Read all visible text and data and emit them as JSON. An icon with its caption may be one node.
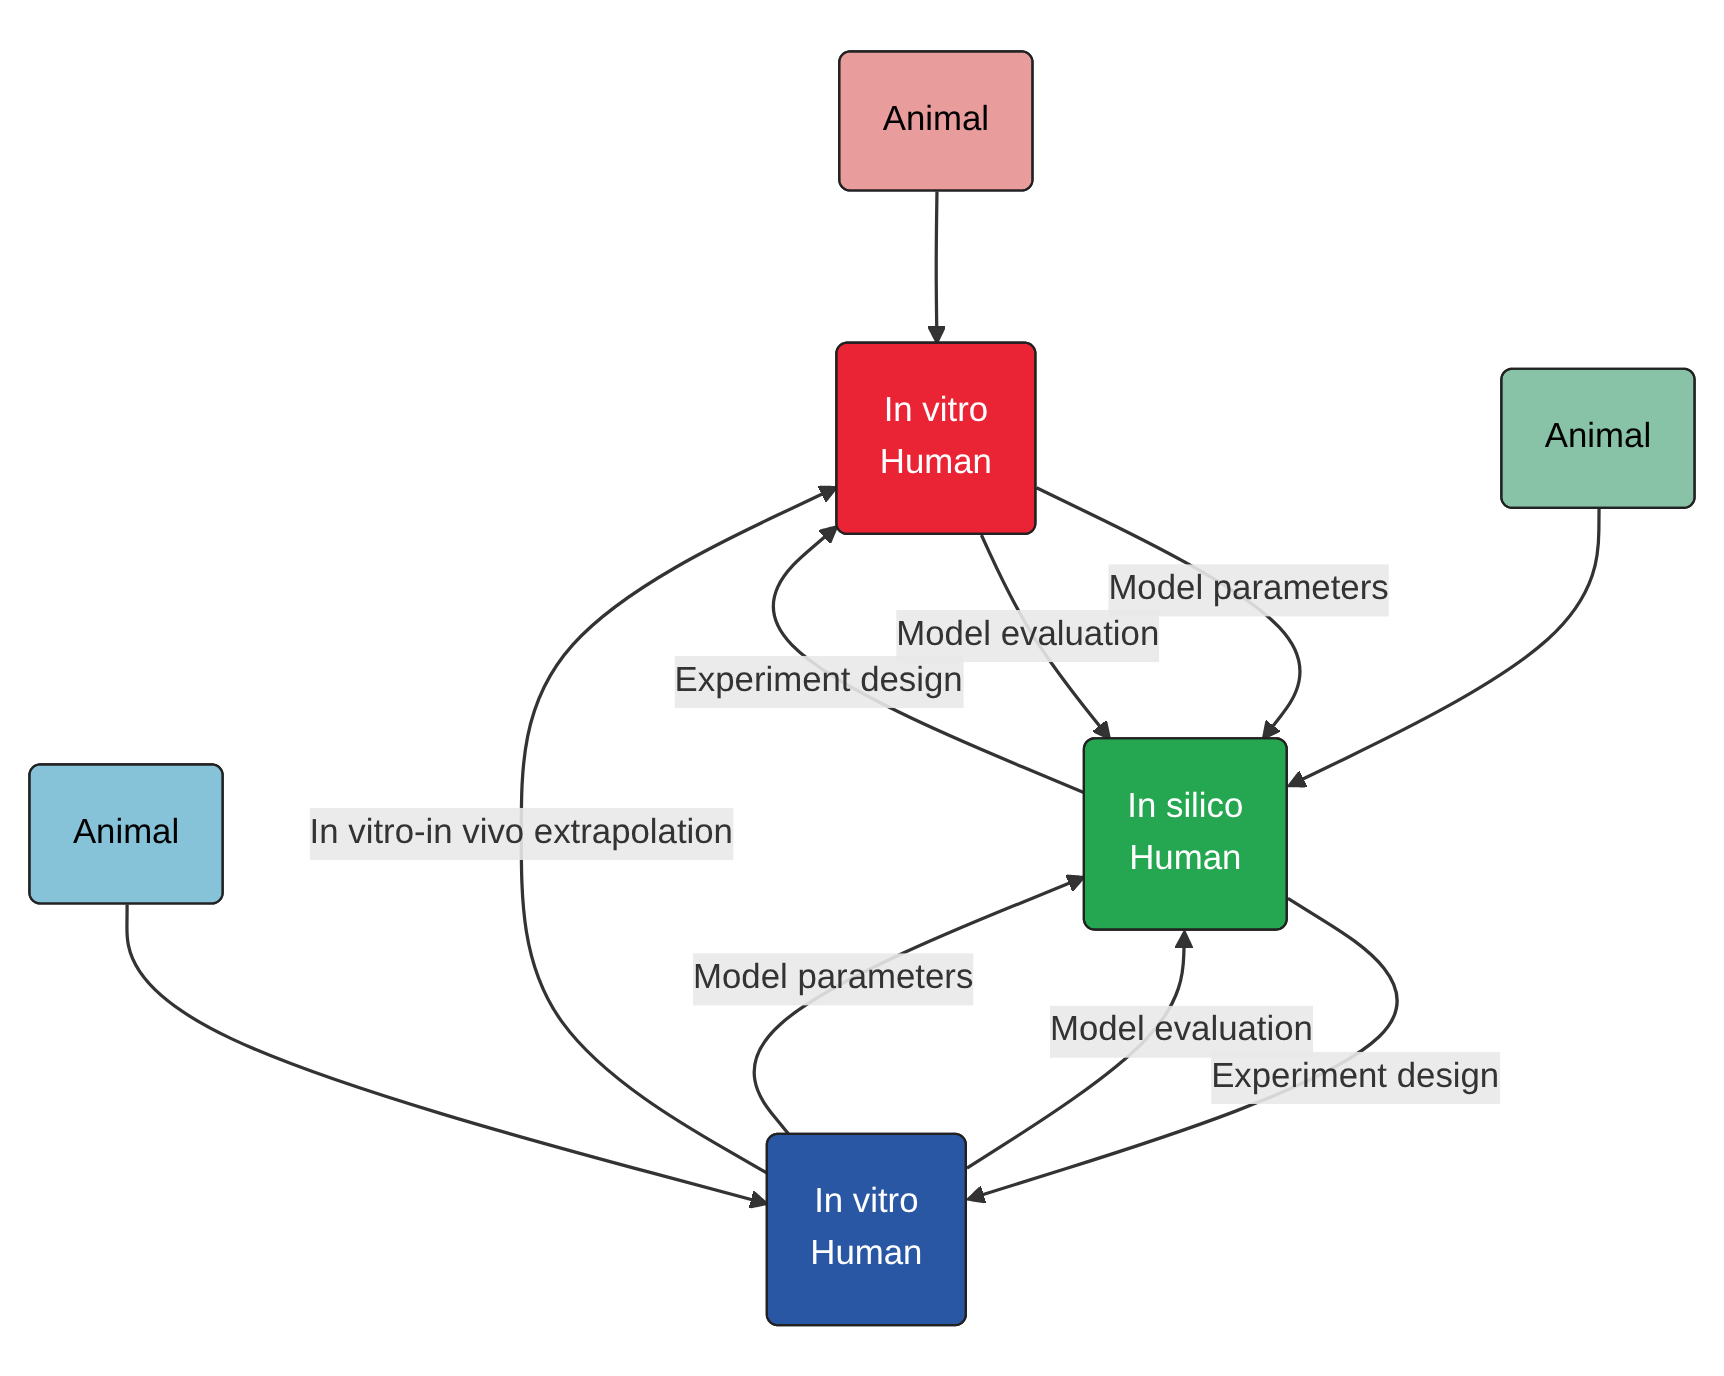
{
  "diagram": {
    "nodes": [
      {
        "text": [
          "In vitro",
          "Human"
        ]
      },
      {
        "text": [
          "Animal"
        ]
      },
      {
        "text": [
          "In vitro",
          "Human"
        ]
      },
      {
        "text": [
          "Animal"
        ]
      },
      {
        "text": [
          "In silico",
          "Human"
        ]
      },
      {
        "text": [
          "Animal"
        ]
      }
    ],
    "edges": [
      {
        "from": 1,
        "to": 0,
        "arrow": "to"
      },
      {
        "from": 2,
        "to": 0,
        "arrow": "to",
        "label": "In vitro-in vivo extrapolation"
      },
      {
        "from": 0,
        "to": 4,
        "arrow": "to",
        "label": "Model parameters"
      },
      {
        "from": 4,
        "to": 0,
        "arrow": "to",
        "label": "Experiment design"
      },
      {
        "from": 0,
        "to": 4,
        "arrow": "to",
        "label": "Model evaluation"
      },
      {
        "from": 3,
        "to": 2,
        "arrow": "to"
      },
      {
        "from": 5,
        "to": 4,
        "arrow": "to"
      },
      {
        "from": 2,
        "to": 4,
        "arrow": "to",
        "label": "Model evaluation"
      },
      {
        "from": 4,
        "to": 2,
        "arrow": "to",
        "label": "Experiment design"
      },
      {
        "from": 2,
        "to": 4,
        "arrow": "to",
        "label": "Model parameters"
      }
    ]
  }
}
